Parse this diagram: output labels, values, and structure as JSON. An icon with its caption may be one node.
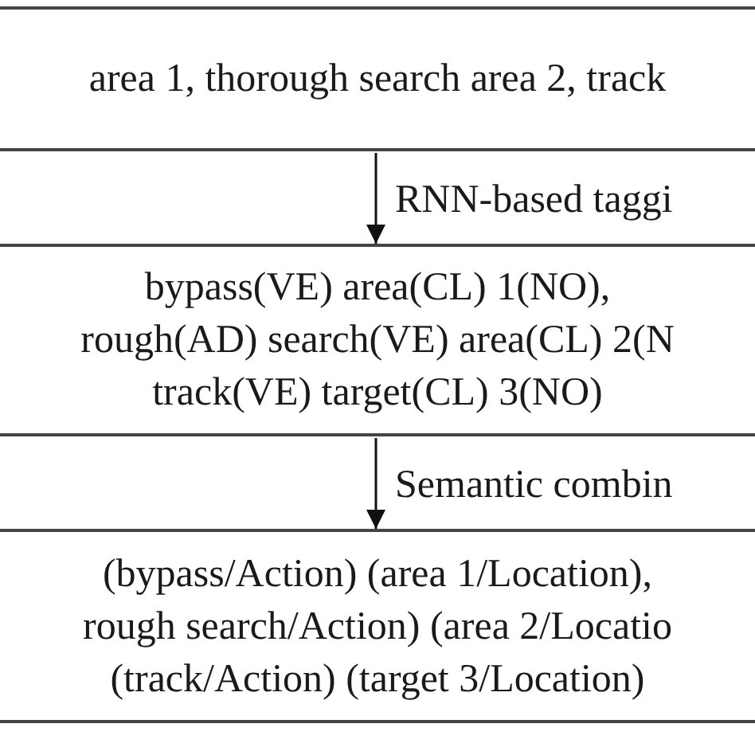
{
  "diagram": {
    "nodes": [
      {
        "text": [
          "area 1, thorough search area 2, track"
        ]
      },
      {
        "text": [
          "bypass(VE) area(CL) 1(NO),",
          "rough(AD) search(VE) area(CL) 2(N",
          "track(VE) target(CL) 3(NO)"
        ]
      },
      {
        "text": [
          "(bypass/Action) (area 1/Location),",
          "rough search/Action) (area 2/Locatio",
          "(track/Action) (target 3/Location)"
        ]
      }
    ],
    "edges": [
      {
        "from": 0,
        "to": 1,
        "arrow": "to",
        "label": "RNN-based taggi"
      },
      {
        "from": 1,
        "to": 2,
        "arrow": "to",
        "label": "Semantic combin"
      }
    ]
  }
}
